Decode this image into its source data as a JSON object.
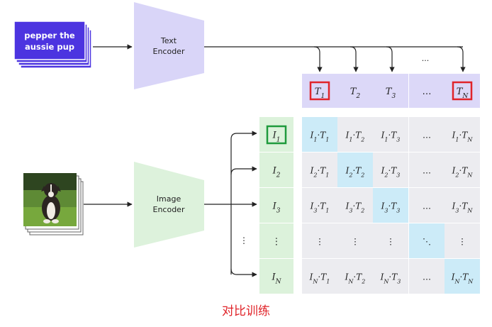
{
  "text_input": {
    "label_line1": "pepper the",
    "label_line2": "aussie pup"
  },
  "text_encoder": {
    "line1": "Text",
    "line2": "Encoder"
  },
  "image_encoder": {
    "line1": "Image",
    "line2": "Encoder"
  },
  "text_embeddings": [
    {
      "base": "T",
      "sub": "1",
      "highlight": "red"
    },
    {
      "base": "T",
      "sub": "2"
    },
    {
      "base": "T",
      "sub": "3"
    },
    {
      "base": "…",
      "sub": ""
    },
    {
      "base": "T",
      "sub": "N",
      "highlight": "red"
    }
  ],
  "image_embeddings": [
    {
      "base": "I",
      "sub": "1",
      "highlight": "green"
    },
    {
      "base": "I",
      "sub": "2"
    },
    {
      "base": "I",
      "sub": "3"
    },
    {
      "base": "⋮",
      "sub": ""
    },
    {
      "base": "I",
      "sub": "N"
    }
  ],
  "text_dots": "...",
  "image_dots": "⋮",
  "matrix": [
    [
      {
        "i": "1",
        "t": "1",
        "diag": true
      },
      {
        "i": "1",
        "t": "2"
      },
      {
        "i": "1",
        "t": "3"
      },
      {
        "sym": "…"
      },
      {
        "i": "1",
        "t": "N"
      }
    ],
    [
      {
        "i": "2",
        "t": "1"
      },
      {
        "i": "2",
        "t": "2",
        "diag": true
      },
      {
        "i": "2",
        "t": "3"
      },
      {
        "sym": "…"
      },
      {
        "i": "2",
        "t": "N"
      }
    ],
    [
      {
        "i": "3",
        "t": "1"
      },
      {
        "i": "3",
        "t": "2"
      },
      {
        "i": "3",
        "t": "3",
        "diag": true
      },
      {
        "sym": "…"
      },
      {
        "i": "3",
        "t": "N"
      }
    ],
    [
      {
        "sym": "⋮"
      },
      {
        "sym": "⋮"
      },
      {
        "sym": "⋮"
      },
      {
        "sym": "⋱",
        "diag": true
      },
      {
        "sym": "⋮"
      }
    ],
    [
      {
        "i": "N",
        "t": "1"
      },
      {
        "i": "N",
        "t": "2"
      },
      {
        "i": "N",
        "t": "3"
      },
      {
        "sym": "…"
      },
      {
        "i": "N",
        "t": "N",
        "diag": true
      }
    ]
  ],
  "caption": "对比训练",
  "colors": {
    "text_input_card": "#4c34e0",
    "text_encoder": "#d9d5f8",
    "text_cells": "#dcd8f8",
    "image_encoder": "#ddf2dc",
    "image_cells": "#dcf2db",
    "diag_cells": "#ccebf8",
    "grid_cells": "#ececf0",
    "red_box": "#e0242a",
    "green_box": "#1f9a3c",
    "caption": "#e0242a"
  }
}
